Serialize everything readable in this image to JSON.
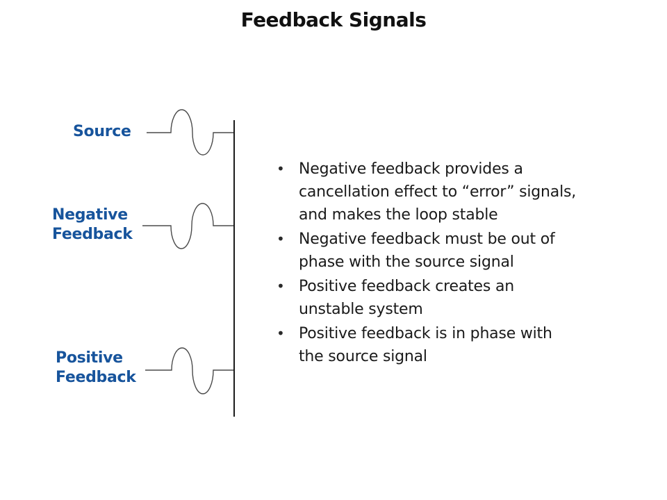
{
  "title": "Feedback Signals",
  "bullet_char": "•",
  "colors": {
    "label_blue": "#17549C",
    "text": "#1A1A1A",
    "wave_line": "#4A4A4A",
    "bus_line": "#1A1A1A"
  },
  "diagram": {
    "signals": [
      {
        "id": "source",
        "label_lines": [
          "Source"
        ],
        "waveform": "up-then-down"
      },
      {
        "id": "negative-feedback",
        "label_lines": [
          "Negative",
          "Feedback"
        ],
        "waveform": "down-then-up"
      },
      {
        "id": "positive-feedback",
        "label_lines": [
          "Positive",
          "Feedback"
        ],
        "waveform": "up-then-down"
      }
    ]
  },
  "bullets": [
    {
      "lines": [
        "Negative feedback provides a",
        "cancellation effect to “error” signals,",
        "and makes the loop stable"
      ]
    },
    {
      "lines": [
        "Negative feedback must be out of",
        "phase with the source signal"
      ]
    },
    {
      "lines": [
        "Positive feedback creates an",
        "unstable system"
      ]
    },
    {
      "lines": [
        "Positive feedback is in phase with",
        "the source signal"
      ]
    }
  ]
}
